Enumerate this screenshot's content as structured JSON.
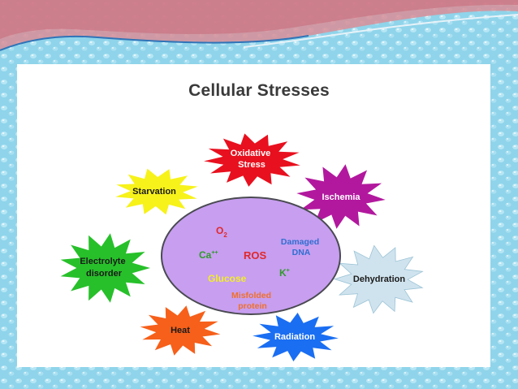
{
  "title": "Cellular Stresses",
  "colors": {
    "oxidative": "#e8101e",
    "ischemia": "#b2189e",
    "starvation": "#f7f21a",
    "electrolyte": "#27c02a",
    "dehydration": "#cfe3ee",
    "heat": "#f6601a",
    "radiation": "#1a6ef2",
    "cell_fill": "#c79ef0",
    "cell_stroke": "#4a4a52"
  },
  "stresses": {
    "oxidative": [
      "Oxidative",
      "Stress"
    ],
    "ischemia": [
      "Ischemia"
    ],
    "starvation": [
      "Starvation"
    ],
    "electrolyte": [
      "Electrolyte",
      "disorder"
    ],
    "dehydration": [
      "Dehydration"
    ],
    "heat": [
      "Heat"
    ],
    "radiation": [
      "Radiation"
    ]
  },
  "cell": {
    "o2": "O",
    "o2_sub": "2",
    "ca": "Ca",
    "ca_sup": "++",
    "ros": "ROS",
    "damaged_dna": [
      "Damaged",
      "DNA"
    ],
    "k": "K",
    "k_sup": "+",
    "glucose": "Glucose",
    "misfolded": [
      "Misfolded",
      "protein"
    ]
  }
}
